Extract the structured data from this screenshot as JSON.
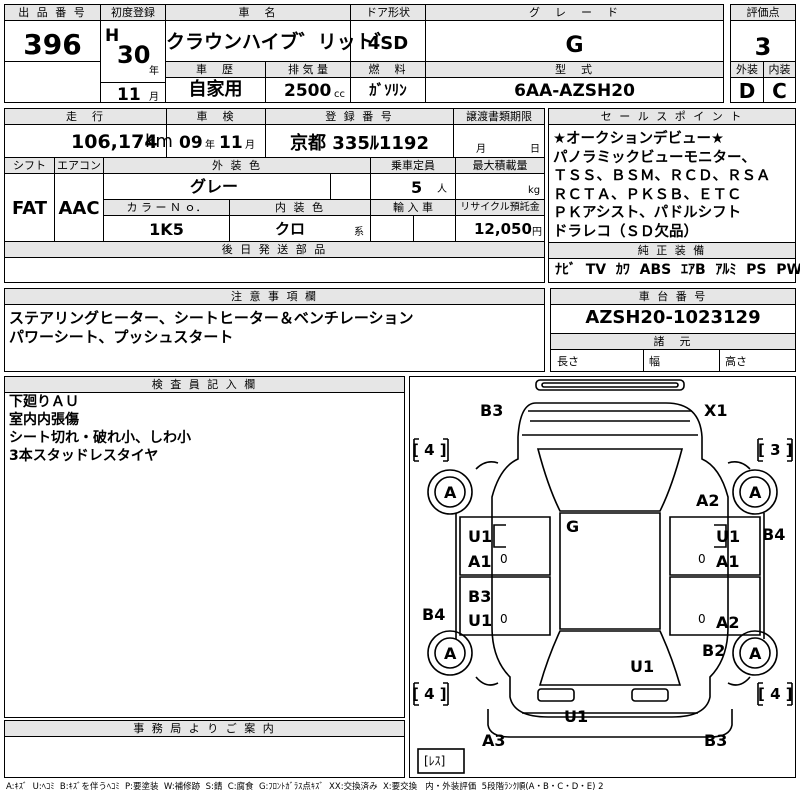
{
  "headers": {
    "lot_no": "出 品 番 号",
    "first_reg": "初度登録",
    "car_name": "車　名",
    "door": "ドア形状",
    "grade": "グ　レ　ー　ド",
    "score": "評価点",
    "history": "車　歴",
    "displacement": "排 気 量",
    "fuel": "燃　料",
    "model": "型　式",
    "exterior": "外装",
    "interior": "内装",
    "mileage": "走　行",
    "inspection": "車　検",
    "registration": "登 録 番 号",
    "transfer": "譲渡書類期限",
    "sales_points": "セ ー ル ス ポ イ ン ト",
    "shift": "シフト",
    "aircon": "エアコン",
    "ext_color": "外 装 色",
    "capacity": "乗車定員",
    "max_load": "最大積載量",
    "color_no": "カ ラ ー Ｎ ｏ．",
    "int_color": "内 装 色",
    "import": "輸 入 車",
    "recycle": "リサイクル預託金",
    "later_parts": "後 日 発 送 部 品",
    "standard_equipment": "純 正 装 備",
    "notes": "注 意 事 項 欄",
    "chassis": "車 台 番 号",
    "dims": "諸　元",
    "inspector": "検 査 員 記 入 欄",
    "office": "事 務 局 よ り ご 案 内"
  },
  "values": {
    "lot_no": "396",
    "era_mark": "H",
    "first_reg_year": "30",
    "year_unit": "年",
    "first_reg_month": "11",
    "month_unit": "月",
    "car_name": "クラウンハイブ゛リット゛",
    "door": "4SD",
    "grade": "G",
    "score": "3",
    "history": "自家用",
    "displacement": "2500",
    "displacement_unit": "cc",
    "fuel": "ｶﾞｿﾘﾝ",
    "model": "6AA-AZSH20",
    "exterior": "D",
    "interior": "C",
    "mileage": "106,174",
    "mileage_unit": "km",
    "insp_year": "09",
    "insp_year_unit": "年",
    "insp_month": "11",
    "insp_month_unit": "月",
    "registration": "京都 335ﾙ1192",
    "transfer_year_unit": "月",
    "transfer_day_unit": "日",
    "shift": "FAT",
    "aircon": "AAC",
    "ext_color": "グレー",
    "capacity": "5",
    "capacity_unit": "人",
    "max_load_unit": "kg",
    "color_no": "1K5",
    "int_color": "クロ",
    "int_color_unit": "系",
    "recycle": "12,050",
    "recycle_unit": "円",
    "standard_equipment": "ﾅﾋﾞ  TV  ｶﾜ  ABS  ｴｱB  ｱﾙﾐ  PS  PW",
    "chassis": "AZSH20-1023129",
    "dim_length": "長さ",
    "dim_width": "幅",
    "dim_height": "高さ"
  },
  "sales_points": [
    "★オークションデビュー★",
    "パノラミックビューモニター、",
    "ＴＳＳ、ＢＳＭ、ＲＣＤ、ＲＳＡ",
    "ＲＣＴＡ、ＰＫＳＢ、ＥＴＣ",
    "ＰＫアシスト、パドルシフト",
    "ドラレコ（ＳＤ欠品）"
  ],
  "notes": [
    "ステアリングヒーター、シートヒーター＆ベンチレーション",
    "パワーシート、プッシュスタート"
  ],
  "inspector_notes": [
    "下廻りＡＵ",
    "室内内張傷",
    "シート切れ・破れ小、しわ小",
    "3本スタッドレスタイヤ"
  ],
  "diagram": {
    "b3_top": "B3",
    "x1_top": "X1",
    "tread_fl": "[ 4 ]",
    "tread_fr": "[ 3 ]",
    "tread_rl": "[ 4 ]",
    "tread_rr": "[ 4 ]",
    "wheel_fl": "A",
    "wheel_fr": "A",
    "wheel_rl": "A",
    "wheel_rr": "A",
    "a2_right": "A2",
    "g_glass": "G",
    "u1_left": "U1",
    "a1_left": "A1",
    "u1_right": "U1",
    "a1_right": "A1",
    "b4_right": "B4",
    "b3_left": "B3",
    "u1_left2": "U1",
    "b4_left": "B4",
    "a2_right2": "A2",
    "b2_right": "B2",
    "u1_rear": "U1",
    "u1_bottom": "U1",
    "a3_bottom": "A3",
    "b3_bottom": "B3",
    "zero_l1": "0",
    "zero_r1": "0",
    "zero_l2": "0",
    "zero_r2": "0",
    "les": "[ﾚｽ]"
  },
  "legend": "A:ｷｽﾞ  U:ﾍｺﾐ  B:ｷｽﾞを伴うﾍｺﾐ  P:要塗装  W:補修跡  S:錆  C:腐食  G:ﾌﾛﾝﾄｶﾞﾗｽ点ｷｽﾞ  XX:交換済み  X:要交換   内・外装評価  5段階ﾗﾝｸ順(A・B・C・D・E) 2"
}
